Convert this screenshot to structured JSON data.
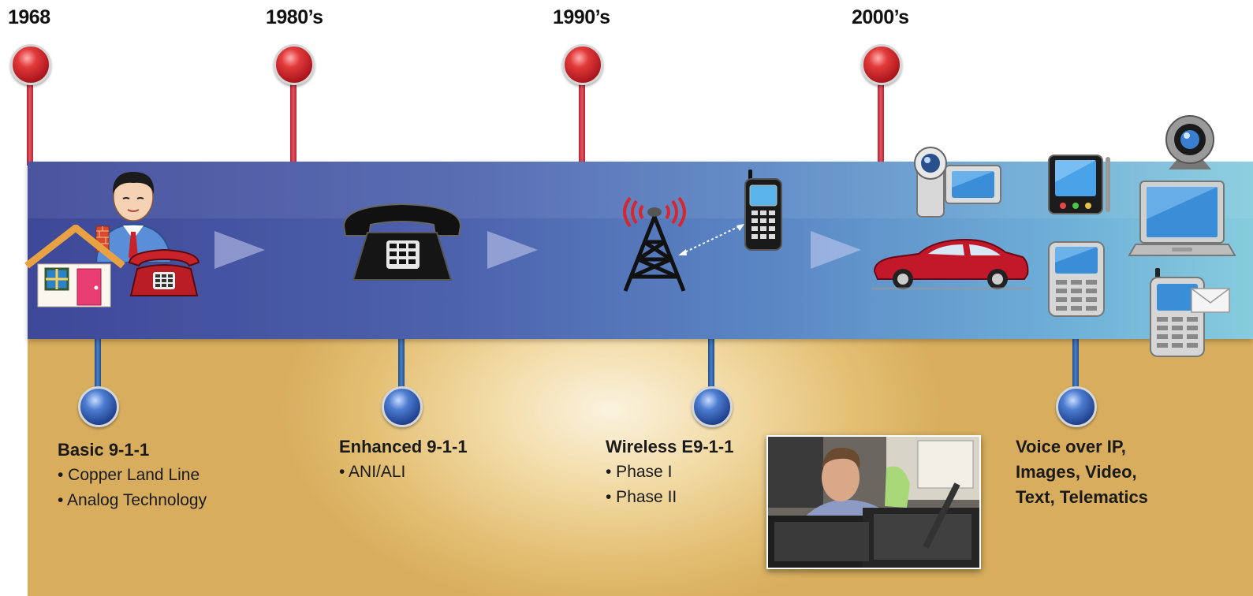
{
  "years": [
    "1968",
    "1980’s",
    "1990’s",
    "2000’s"
  ],
  "milestones": [
    {
      "title": "Basic 9-1-1",
      "items": [
        "• Copper Land Line",
        "• Analog Technology"
      ]
    },
    {
      "title": "Enhanced 9-1-1",
      "items": [
        "• ANI/ALI"
      ]
    },
    {
      "title": "Wireless E9-1-1",
      "items": [
        "• Phase I",
        "• Phase II"
      ]
    },
    {
      "title": "Voice over IP,",
      "items": [
        "Images, Video,",
        "Text, Telematics"
      ]
    }
  ],
  "colors": {
    "band": "#4d62ad",
    "pin_red": "#c8262e",
    "pin_blue": "#2a5ba8",
    "gold": "#e3be72"
  },
  "icons": [
    "house-icon",
    "operator-person-icon",
    "red-rotary-phone-icon",
    "black-telephone-icon",
    "radio-tower-icon",
    "cell-phone-icon",
    "camcorder-icon",
    "monitor-icon",
    "red-car-icon",
    "pda-icon",
    "calculator-phone-icon",
    "webcam-icon",
    "laptop-icon",
    "phone-with-envelope-icon",
    "dispatcher-photo"
  ]
}
